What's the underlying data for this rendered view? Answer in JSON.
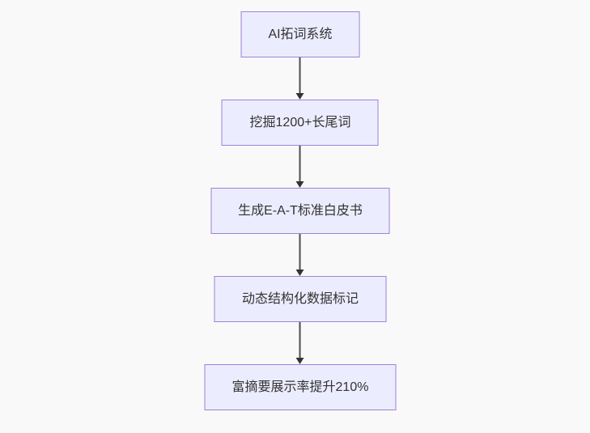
{
  "diagram": {
    "type": "flowchart",
    "direction": "top-down",
    "nodes": [
      {
        "id": "A",
        "label": "AI拓词系统"
      },
      {
        "id": "B",
        "label": "挖掘1200+长尾词"
      },
      {
        "id": "C",
        "label": "生成E-A-T标准白皮书"
      },
      {
        "id": "D",
        "label": "动态结构化数据标记"
      },
      {
        "id": "E",
        "label": "富摘要展示率提升210%"
      }
    ],
    "edges": [
      {
        "from": "A",
        "to": "B",
        "style": "arrow-down"
      },
      {
        "from": "B",
        "to": "C",
        "style": "arrow-down"
      },
      {
        "from": "C",
        "to": "D",
        "style": "arrow-down"
      },
      {
        "from": "D",
        "to": "E",
        "style": "arrow-down"
      }
    ],
    "colors": {
      "node_fill": "#ececff",
      "node_border": "#9d82d8",
      "node_text": "#333333",
      "edge_line": "#4d4d4d",
      "arrowhead": "#333333",
      "background": "#f9f9f9"
    }
  }
}
